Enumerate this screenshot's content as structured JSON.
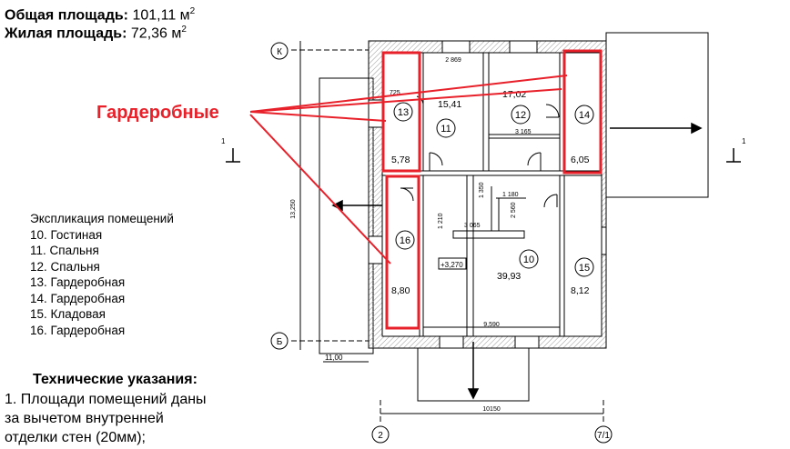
{
  "summary": {
    "total_label": "Общая площадь:",
    "total_value": "101,11 м",
    "total_sup": "2",
    "living_label": "Жилая площадь:",
    "living_value": "72,36 м",
    "living_sup": "2"
  },
  "callout": {
    "label": "Гардеробные",
    "color": "#e8202a"
  },
  "legend": {
    "title": "Экспликация помещений",
    "items": [
      "10. Гостиная",
      "11. Спальня",
      "12. Спальня",
      "13. Гардеробная",
      "14. Гардеробная",
      "15. Кладовая",
      "16. Гардеробная"
    ]
  },
  "notes": {
    "title": "Технические указания:",
    "lines": [
      "1. Площади помещений даны",
      "за вычетом внутренней",
      "отделки стен (20мм);"
    ]
  },
  "plan": {
    "axes": {
      "top": "К",
      "bottom": "Б",
      "left": "2",
      "right": "7/1"
    },
    "section_marks": {
      "left": "1",
      "right": "1"
    },
    "rooms": [
      {
        "id": "room-10",
        "number": "10",
        "area": "39,93"
      },
      {
        "id": "room-11",
        "number": "11",
        "area": "15,41"
      },
      {
        "id": "room-12",
        "number": "12",
        "area": "17,02"
      },
      {
        "id": "room-13",
        "number": "13",
        "area": "5,78"
      },
      {
        "id": "room-14",
        "number": "14",
        "area": "6,05"
      },
      {
        "id": "room-15",
        "number": "15",
        "area": "8,12"
      },
      {
        "id": "room-16",
        "number": "16",
        "area": "8,80"
      }
    ],
    "dims": {
      "vertical_total": "13,250",
      "bottom_total": "10150",
      "inner_width": "9,590",
      "top_inner": "2 869",
      "left_side": "11,00",
      "stair_1180": "1 180",
      "stair_1350": "1 350",
      "stair_2560": "2 560",
      "stair_3065": "3 065",
      "stair_1210": "1 210",
      "room12_3165": "3 165",
      "room13_725": "725",
      "level": "+3,270"
    }
  }
}
